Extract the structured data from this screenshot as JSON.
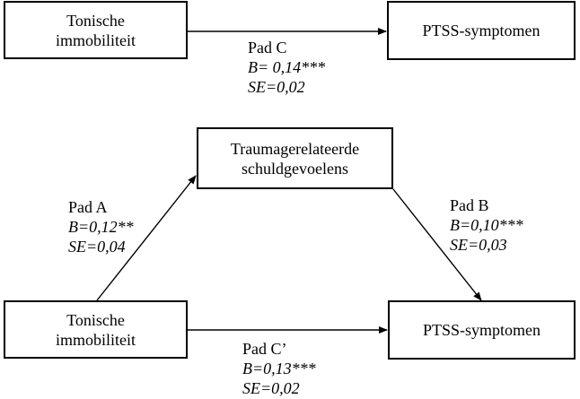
{
  "top_model": {
    "left_box": "Tonische\nimmobiliteit",
    "right_box": "PTSS-symptomen",
    "path_c": {
      "name": "Pad C",
      "b": "B= 0,14***",
      "se": "SE=0,02"
    }
  },
  "mediation_model": {
    "mediator_box": "Traumagerelateerde\nschuldgevoelens",
    "left_box": "Tonische\nimmobiliteit",
    "right_box": "PTSS-symptomen",
    "path_a": {
      "name": "Pad A",
      "b": "B=0,12**",
      "se": "SE=0,04"
    },
    "path_b": {
      "name": "Pad B",
      "b": "B=0,10***",
      "se": "SE=0,03"
    },
    "path_c_prime": {
      "name": "Pad C’",
      "b": "B=0,13***",
      "se": "SE=0,02"
    }
  }
}
